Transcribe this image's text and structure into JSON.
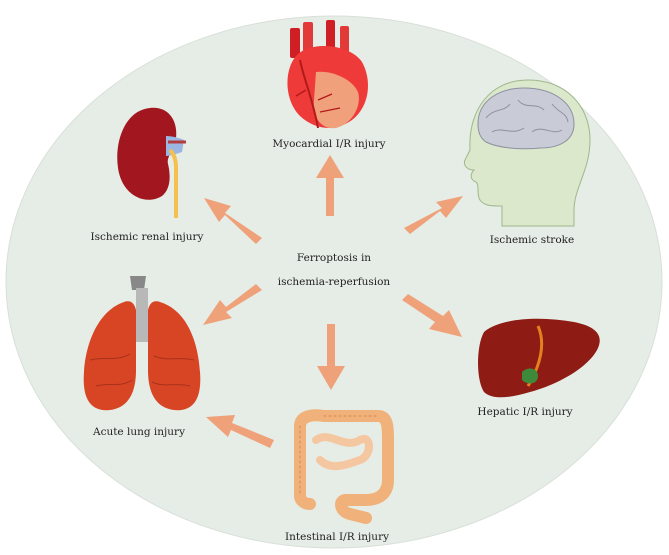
{
  "center": {
    "line1": "Ferroptosis in",
    "line2": "ischemia-reperfusion"
  },
  "organs": {
    "heart": "Myocardial I/R injury",
    "kidney": "Ischemic renal injury",
    "brain": "Ischemic stroke",
    "lung": "Acute lung injury",
    "liver": "Hepatic I/R injury",
    "intestine": "Intestinal I/R injury"
  },
  "colors": {
    "background_ellipse": "#e6ece6",
    "arrow": "#efa27a",
    "heart": "#e8343a",
    "kidney": "#9b1a22",
    "lung": "#d94a24",
    "liver": "#8a1a14",
    "intestine": "#f0b47c",
    "head": "#dbe8cc"
  }
}
